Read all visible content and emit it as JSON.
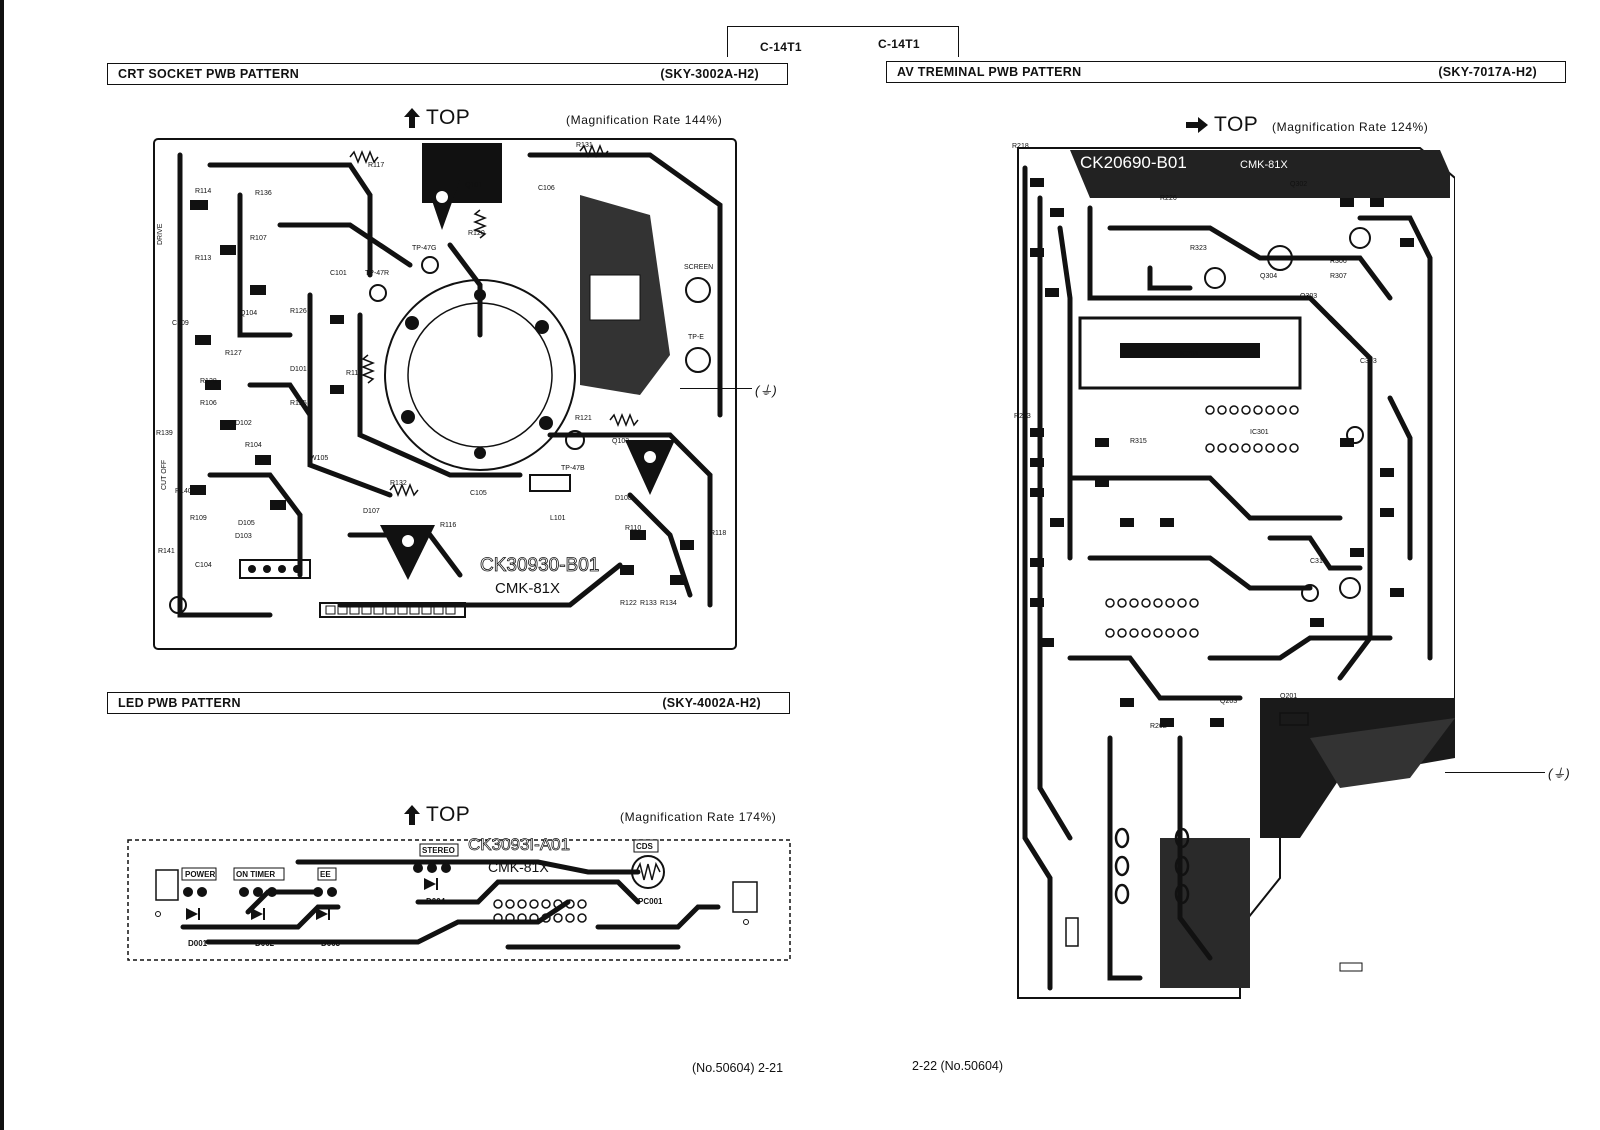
{
  "header": {
    "model_left": "C-14T1",
    "model_right": "C-14T1"
  },
  "panels": {
    "crt": {
      "title": "CRT SOCKET PWB  PATTERN",
      "code": "(SKY-3002A-H2)",
      "top_label": "TOP",
      "magnification": "(Magnification Rate 144%)",
      "board_code": "CK30930-B01",
      "board_mark": "CMK-81X",
      "labels": [
        "R117",
        "R131",
        "R114",
        "R136",
        "Q101",
        "R120",
        "C106",
        "R113",
        "R107",
        "TP-47G",
        "TP-47R",
        "SCREEN",
        "C109",
        "C101",
        "Q104",
        "R127",
        "R128",
        "D101",
        "TP-E",
        "R119",
        "R126",
        "R106",
        "D102",
        "R125",
        "R139",
        "R104",
        "W105",
        "R121",
        "Q103",
        "TP-47B",
        "R140",
        "R132",
        "D108",
        "C105",
        "R109",
        "D107",
        "R116",
        "L101",
        "R110",
        "R118",
        "R141",
        "C104",
        "D103",
        "D105",
        "R122",
        "R133",
        "R134"
      ],
      "side_labels": [
        "DRIVE",
        "CUT OFF"
      ],
      "ground_symbol": "(⏚)"
    },
    "led": {
      "title": "LED PWB  PATTERN",
      "code": "(SKY-4002A-H2)",
      "top_label": "TOP",
      "magnification": "(Magnification Rate 174%)",
      "board_code": "CK3093I-A01",
      "board_mark": "CMK-81X",
      "labels": {
        "power": "POWER",
        "on_timer": "ON TIMER",
        "ee": "EE",
        "stereo": "STEREO",
        "cds": "CDS",
        "d001": "D001",
        "d002": "D002",
        "d003": "D003",
        "d004": "D004",
        "pc001": "PC001"
      }
    },
    "av": {
      "title": "AV TREMINAL PWB  PATTERN",
      "code": "(SKY-7017A-H2)",
      "top_label": "TOP",
      "magnification": "(Magnification Rate 124%)",
      "board_code": "CK20690-B01",
      "board_mark": "CMK-81X",
      "labels": [
        "R218",
        "R226",
        "Q302",
        "Q304",
        "R323",
        "Q303",
        "IC201",
        "IC301",
        "R213",
        "R202",
        "C303",
        "Q201",
        "Q203",
        "R315",
        "C310",
        "R306",
        "R307"
      ],
      "ground_symbol": "(⏚)"
    }
  },
  "footer": {
    "page_left": "(No.50604) 2-21",
    "page_right": "2-22 (No.50604)"
  },
  "colors": {
    "ink": "#111111",
    "paper": "#ffffff",
    "trace": "#1a1a1a"
  }
}
